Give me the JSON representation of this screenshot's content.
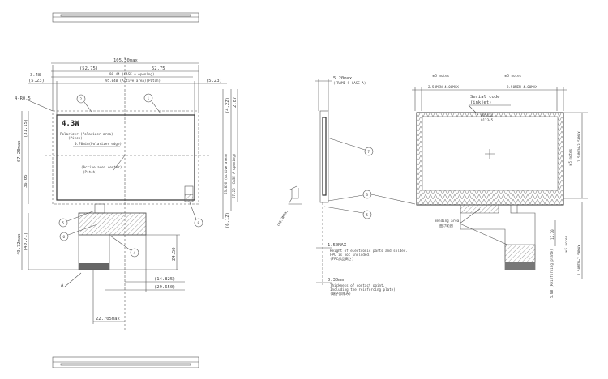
{
  "title": "4.3W",
  "front_view": {
    "dims_top": {
      "overall": "105.50max",
      "half_left": "(52.75)",
      "half_right": "52.75",
      "left_offset": "3.48",
      "case_opening": "98.44 (CASE A opening)",
      "left_margin": "(5.23)",
      "active_area": "95.040 (Active area)(Pitch)",
      "right_margin": "(5.23)"
    },
    "dims_left": {
      "corner": "4-R0.5",
      "height_total": "67.20max",
      "top_part": "(31.15)",
      "mid": "36.05",
      "fpc_height": "49.72max",
      "fpc_sub": "(40.71)"
    },
    "dims_right": {
      "r1": "(4.22)",
      "r2": "2.87",
      "active_v": "53.856 (Active area)",
      "case_v": "57.26 (CASE A opening)",
      "r3": "(6.12)"
    },
    "inner_notes": {
      "polarizer": "Polarizer (Polarizer area)",
      "polarizer_sub": "(Pitch)",
      "pitch_note": "0.70min(Polarizer edge)",
      "center": "(Active area center)",
      "center_sub": "(Pitch)"
    },
    "dims_bottom": {
      "tail": "24.50",
      "d1": "(14.825)",
      "d2": "(29.650)",
      "d3": "22.705max"
    },
    "callouts": [
      "1",
      "2",
      "4",
      "5",
      "6",
      "8"
    ],
    "view_label": "A"
  },
  "side_view": {
    "thickness": "5.20max",
    "thickness_note": "(FRAME-S CASE A)",
    "callouts": [
      "7",
      "3",
      "5"
    ],
    "angle_note": "(R0.3MIN)",
    "parts_height": "1.50MAX",
    "parts_note1": "Height of electronic parts and solder.",
    "parts_note2": "FPC is not included.",
    "parts_note3": "(FPC部品高さ)",
    "contact_thk": "0.30mm",
    "contact_note1": "Thickness of contact point.",
    "contact_note2": "Including the reinforcing plate)",
    "contact_note3": "(端子部厚み)"
  },
  "back_view": {
    "note_left": "※5 notes",
    "note_right": "※5 notes",
    "dim_left": "2.50MIN~4.00MAX",
    "dim_right": "2.50MIN~4.00MAX",
    "serial_label": "Serial code",
    "serial_sub": "(inkjet)",
    "serial_value1": "W05XXX",
    "serial_value2": "012345",
    "right_note": "※5 notes",
    "right_dim": "1.50MIN~3.50MAX",
    "bending": "Bending area",
    "bending_sub": "曲げ範囲",
    "fpc_dim": "12.70",
    "fpc_note": "※5 notes",
    "fpc_dim2": "1.50MIN~7.50MAX",
    "reinforcing": "5.00 (Reinforcing plate)"
  }
}
